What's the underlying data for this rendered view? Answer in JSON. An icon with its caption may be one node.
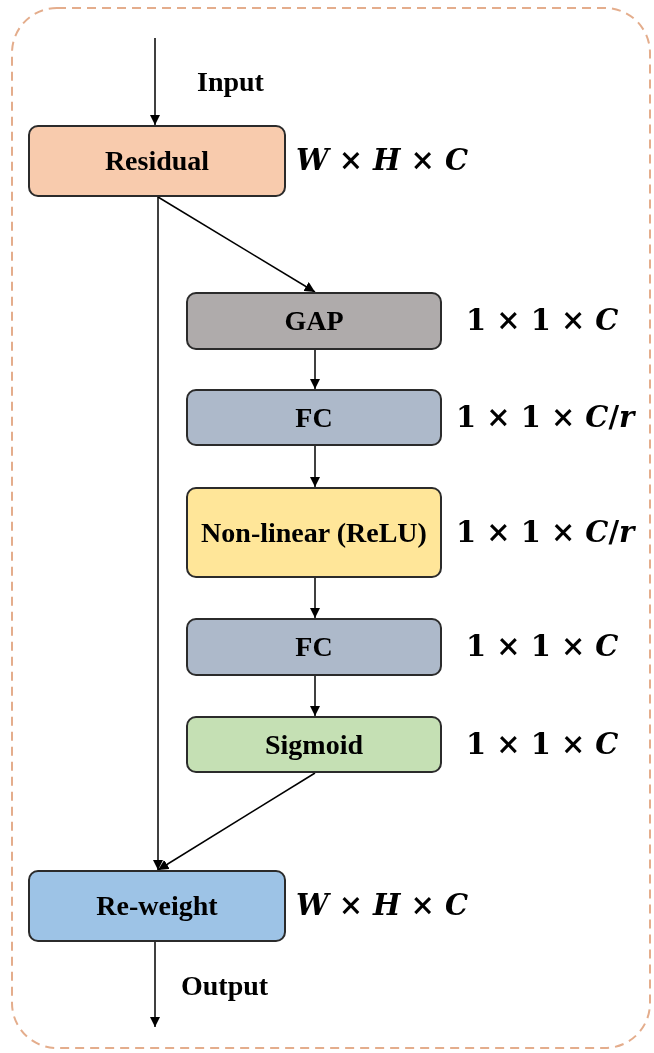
{
  "diagram": {
    "nodes": [
      {
        "text": [
          "Residual"
        ],
        "beside": [
          "*W* × *H* × *C*"
        ]
      },
      {
        "text": [
          "GAP"
        ],
        "beside": [
          "1 × 1 × *C*"
        ]
      },
      {
        "text": [
          "FC"
        ],
        "beside": [
          "1 × 1 × *C*/*r*"
        ]
      },
      {
        "text": [
          "Non-linear (ReLU)"
        ],
        "beside": [
          "1 × 1 × *C*/*r*"
        ]
      },
      {
        "text": [
          "FC"
        ],
        "beside": [
          "1 × 1 × *C*"
        ]
      },
      {
        "text": [
          "Sigmoid"
        ],
        "beside": [
          "1 × 1 × *C*"
        ]
      },
      {
        "text": [
          "Re-weight"
        ],
        "beside": [
          "*W* × *H* × *C*"
        ]
      }
    ],
    "edges": [
      {
        "from": null,
        "to": 0,
        "arrow": "to",
        "label": "Input"
      },
      {
        "from": 0,
        "to": 1,
        "arrow": "to"
      },
      {
        "from": 1,
        "to": 2,
        "arrow": "to"
      },
      {
        "from": 2,
        "to": 3,
        "arrow": "to"
      },
      {
        "from": 3,
        "to": 4,
        "arrow": "to"
      },
      {
        "from": 4,
        "to": 5,
        "arrow": "to"
      },
      {
        "from": 0,
        "to": 6,
        "arrow": "to"
      },
      {
        "from": 5,
        "to": 6,
        "arrow": "to"
      },
      {
        "from": 6,
        "to": null,
        "arrow": "to",
        "label": "Output"
      }
    ]
  }
}
